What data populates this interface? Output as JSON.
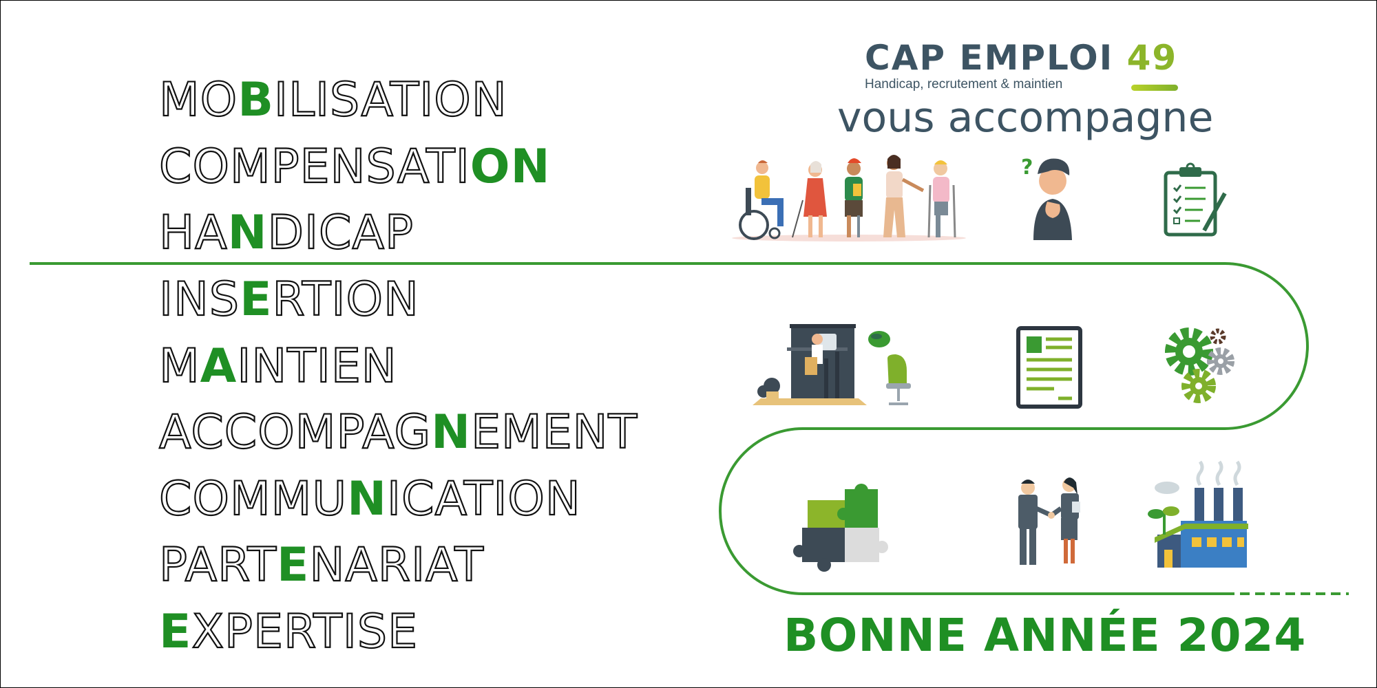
{
  "acrostic": [
    {
      "pre": "MO",
      "hl": "B",
      "post": "ILISATION"
    },
    {
      "pre": "COMPENSATI",
      "hl": "ON",
      "post": ""
    },
    {
      "pre": "HA",
      "hl": "N",
      "post": "DICAP"
    },
    {
      "pre": "INS",
      "hl": "E",
      "post": "RTION"
    },
    {
      "pre": "M",
      "hl": "A",
      "post": "INTIEN"
    },
    {
      "pre": "ACCOMPAG",
      "hl": "N",
      "post": "EMENT"
    },
    {
      "pre": "COMMU",
      "hl": "N",
      "post": "ICATION"
    },
    {
      "pre": "PART",
      "hl": "E",
      "post": "NARIAT"
    },
    {
      "pre": "",
      "hl": "E",
      "post": "XPERTISE"
    }
  ],
  "logo": {
    "name": "CAP EMPLOI",
    "number": "49",
    "tagline": "Handicap, recrutement & maintien"
  },
  "subtitle": "vous accompagne",
  "greeting": "BONNE ANNÉE 2024",
  "colors": {
    "accent_green": "#1f8f24",
    "path_green": "#3a9a32",
    "logo_slate": "#3d5463",
    "logo_lime": "#8cb52a"
  },
  "icons": [
    "people-diversity-icon",
    "thinking-person-icon",
    "clipboard-checklist-icon",
    "adapted-workstation-icon",
    "document-icon",
    "gears-icon",
    "puzzle-icon",
    "handshake-icon",
    "factory-icon"
  ]
}
